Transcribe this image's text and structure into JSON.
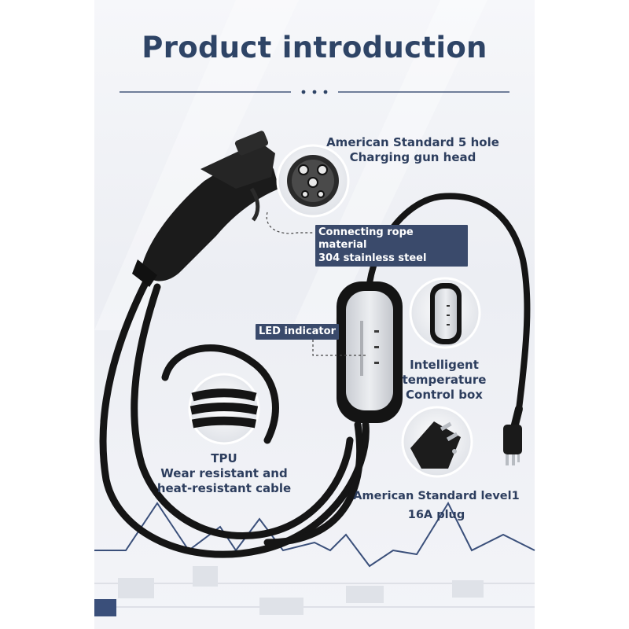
{
  "title": "Product introduction",
  "colors": {
    "title": "#2e4466",
    "label_bg": "#3a4a6b",
    "text": "#2d3e5e",
    "cable": "#1a1a1a",
    "chart_line": "#3a4f7a"
  },
  "callouts": {
    "gun_head": {
      "line1": "American Standard 5 hole",
      "line2": "Charging gun head"
    },
    "rope": {
      "line1": "Connecting rope material",
      "line2": "304 stainless steel"
    },
    "led": "LED indicator",
    "control_box": {
      "line1": "Intelligent",
      "line2": "temperature",
      "line3": "Control box"
    },
    "cable": {
      "line1": "TPU",
      "line2": "Wear resistant and",
      "line3": "heat-resistant cable"
    },
    "plug": {
      "line1": "American Standard level1",
      "line2": "16A plug"
    }
  },
  "icons": [
    "gun-head-socket-icon",
    "plug-icon",
    "control-box-icon",
    "cable-cross-section-icon"
  ]
}
